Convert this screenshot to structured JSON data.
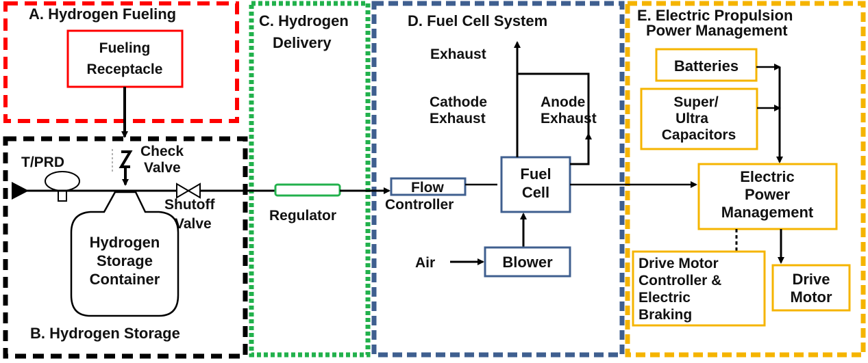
{
  "sections": {
    "a": "A.  Hydrogen Fueling",
    "b": "B. Hydrogen Storage",
    "c_line1": "C. Hydrogen",
    "c_line2": "Delivery",
    "d": "D.  Fuel Cell System",
    "e_line1": "E. Electric Propulsion",
    "e_line2": "Power Management"
  },
  "components": {
    "fueling_receptacle": [
      "Fueling",
      "Receptacle"
    ],
    "check_valve": [
      "Check",
      "Valve"
    ],
    "tprd": "T/PRD",
    "shutoff_valve": [
      "Shutoff",
      "Valve"
    ],
    "storage_container": [
      "Hydrogen",
      "Storage",
      "Container"
    ],
    "regulator": "Regulator",
    "flow_controller": [
      "Flow",
      "Controller"
    ],
    "fuel_cell": [
      "Fuel",
      "Cell"
    ],
    "blower": "Blower",
    "air": "Air",
    "exhaust": "Exhaust",
    "cathode_exhaust": [
      "Cathode",
      "Exhaust"
    ],
    "anode_exhaust": [
      "Anode",
      "Exhaust"
    ],
    "batteries": "Batteries",
    "capacitors": [
      "Super/",
      "Ultra",
      "Capacitors"
    ],
    "power_management": [
      "Electric",
      "Power",
      "Management"
    ],
    "motor_controller": [
      "Drive Motor",
      "Controller &",
      "Electric",
      "Braking"
    ],
    "drive_motor": [
      "Drive",
      "Motor"
    ]
  },
  "colors": {
    "fueling": "#ff0000",
    "storage": "#000000",
    "delivery": "#22b14c",
    "fuelcell": "#3f5f8f",
    "propulsion": "#f5b400",
    "line": "#000000"
  }
}
